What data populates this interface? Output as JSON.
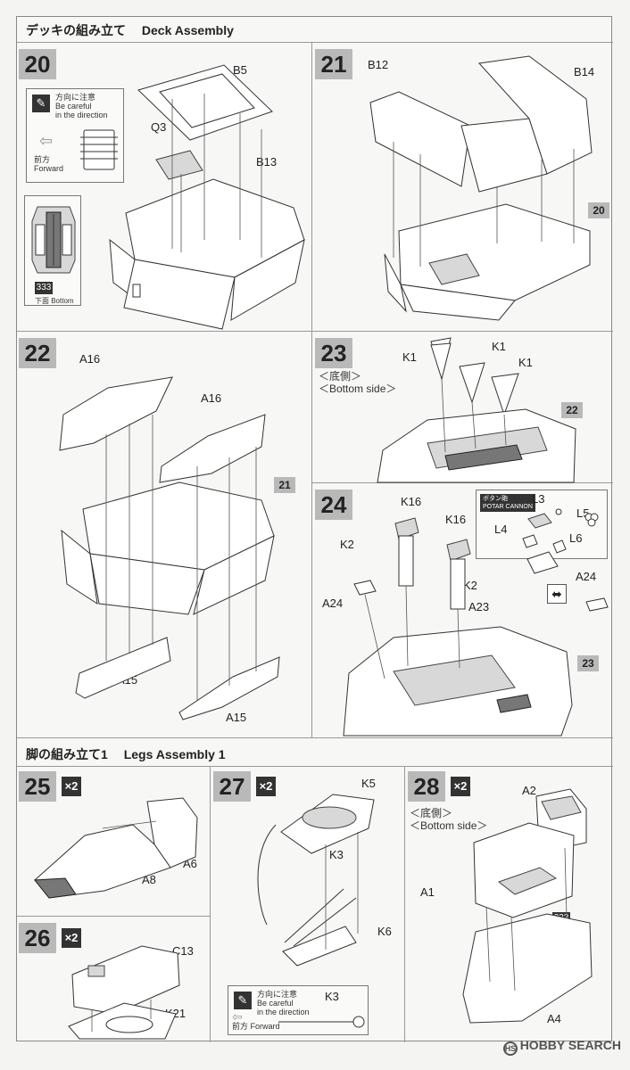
{
  "sections": {
    "deck": {
      "title_jp": "デッキの組み立て",
      "title_en": "Deck Assembly"
    },
    "legs": {
      "title_jp": "脚の組み立て1",
      "title_en": "Legs Assembly 1"
    }
  },
  "steps": {
    "s20": {
      "number": "20",
      "parts": [
        "B5",
        "Q3",
        "B13"
      ],
      "caution": {
        "jp": "方向に注意",
        "en1": "Be careful",
        "en2": "in the direction",
        "forward_jp": "前方",
        "forward_en": "Forward"
      },
      "badge": "333",
      "bottom_label": "下面 Bottom"
    },
    "s21": {
      "number": "21",
      "parts": [
        "B12",
        "B14"
      ],
      "ref": "20"
    },
    "s22": {
      "number": "22",
      "parts": [
        "A16",
        "A16",
        "A15",
        "A15"
      ],
      "ref": "21"
    },
    "s23": {
      "number": "23",
      "parts": [
        "K1",
        "K1",
        "K1"
      ],
      "note_jp": "＜底側＞",
      "note_en": "＜Bottom side＞",
      "ref": "22"
    },
    "s24": {
      "number": "24",
      "parts": [
        "K16",
        "K16",
        "K2",
        "K2",
        "A24",
        "A24",
        "A23"
      ],
      "option": {
        "tag_jp": "ボタン砲",
        "tag_en": "POTAR CANNON",
        "parts": [
          "L3",
          "L4",
          "L5",
          "L6"
        ]
      },
      "ref": "23"
    },
    "s25": {
      "number": "25",
      "multiplier": "×2",
      "parts": [
        "A6",
        "A8"
      ]
    },
    "s26": {
      "number": "26",
      "multiplier": "×2",
      "parts": [
        "C13",
        "K21"
      ]
    },
    "s27": {
      "number": "27",
      "multiplier": "×2",
      "parts": [
        "K5",
        "K3",
        "K6"
      ],
      "caution": {
        "jp": "方向に注意",
        "en1": "Be careful",
        "en2": "in the direction",
        "forward_jp": "前方",
        "forward_en": "Forward",
        "part": "K3"
      }
    },
    "s28": {
      "number": "28",
      "multiplier": "×2",
      "parts": [
        "A2",
        "A1",
        "A4"
      ],
      "note_jp": "＜底側＞",
      "note_en": "＜Bottom side＞",
      "badge": "333"
    }
  },
  "watermark": {
    "brand": "HOBBY SEARCH",
    "mark": "HS"
  }
}
